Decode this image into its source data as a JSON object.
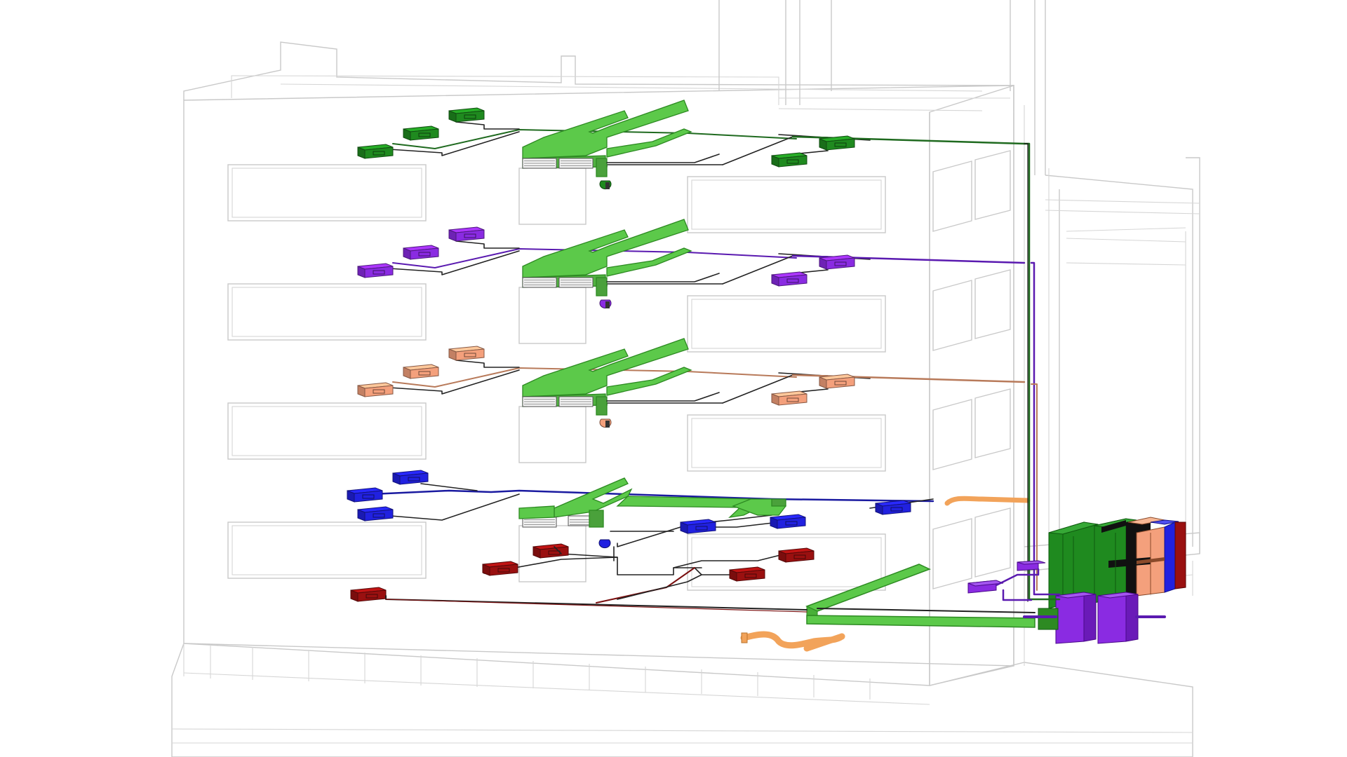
{
  "colors": {
    "background": "#ffffff",
    "wireframe": "#c9c9c9",
    "supply_duct_green": "#5cc94a",
    "supply_duct_outline": "#2d8a22",
    "level_1_units": "#1f8a1f",
    "level_2_units": "#8a2be2",
    "level_3_units": "#f4a07c",
    "level_4_units": "#2121e0",
    "level_5_units": "#9a1010",
    "refrigerant_line": "#222222",
    "flex_duct": "#f2a35a",
    "outdoor_unit_green": "#1f8a1f",
    "outdoor_unit_salmon": "#f4a07c",
    "outdoor_unit_blue": "#2121e0",
    "outdoor_unit_red": "#9a1010",
    "outdoor_unit_purple": "#8a2be2"
  },
  "levels": [
    {
      "name": "level-1",
      "unit_color": "#1f8a1f",
      "line_color": "#1f6a1f"
    },
    {
      "name": "level-2",
      "unit_color": "#8a2be2",
      "line_color": "#5a1ab0"
    },
    {
      "name": "level-3",
      "unit_color": "#f4a07c",
      "line_color": "#b87a5a"
    },
    {
      "name": "level-4",
      "unit_color": "#2121e0",
      "line_color": "#1a1aa0"
    },
    {
      "name": "level-5",
      "unit_color": "#9a1010",
      "line_color": "#7a1010"
    }
  ],
  "icons": [
    "fan-coil-unit-icon",
    "duct-icon",
    "outdoor-condenser-icon",
    "flex-duct-icon"
  ]
}
